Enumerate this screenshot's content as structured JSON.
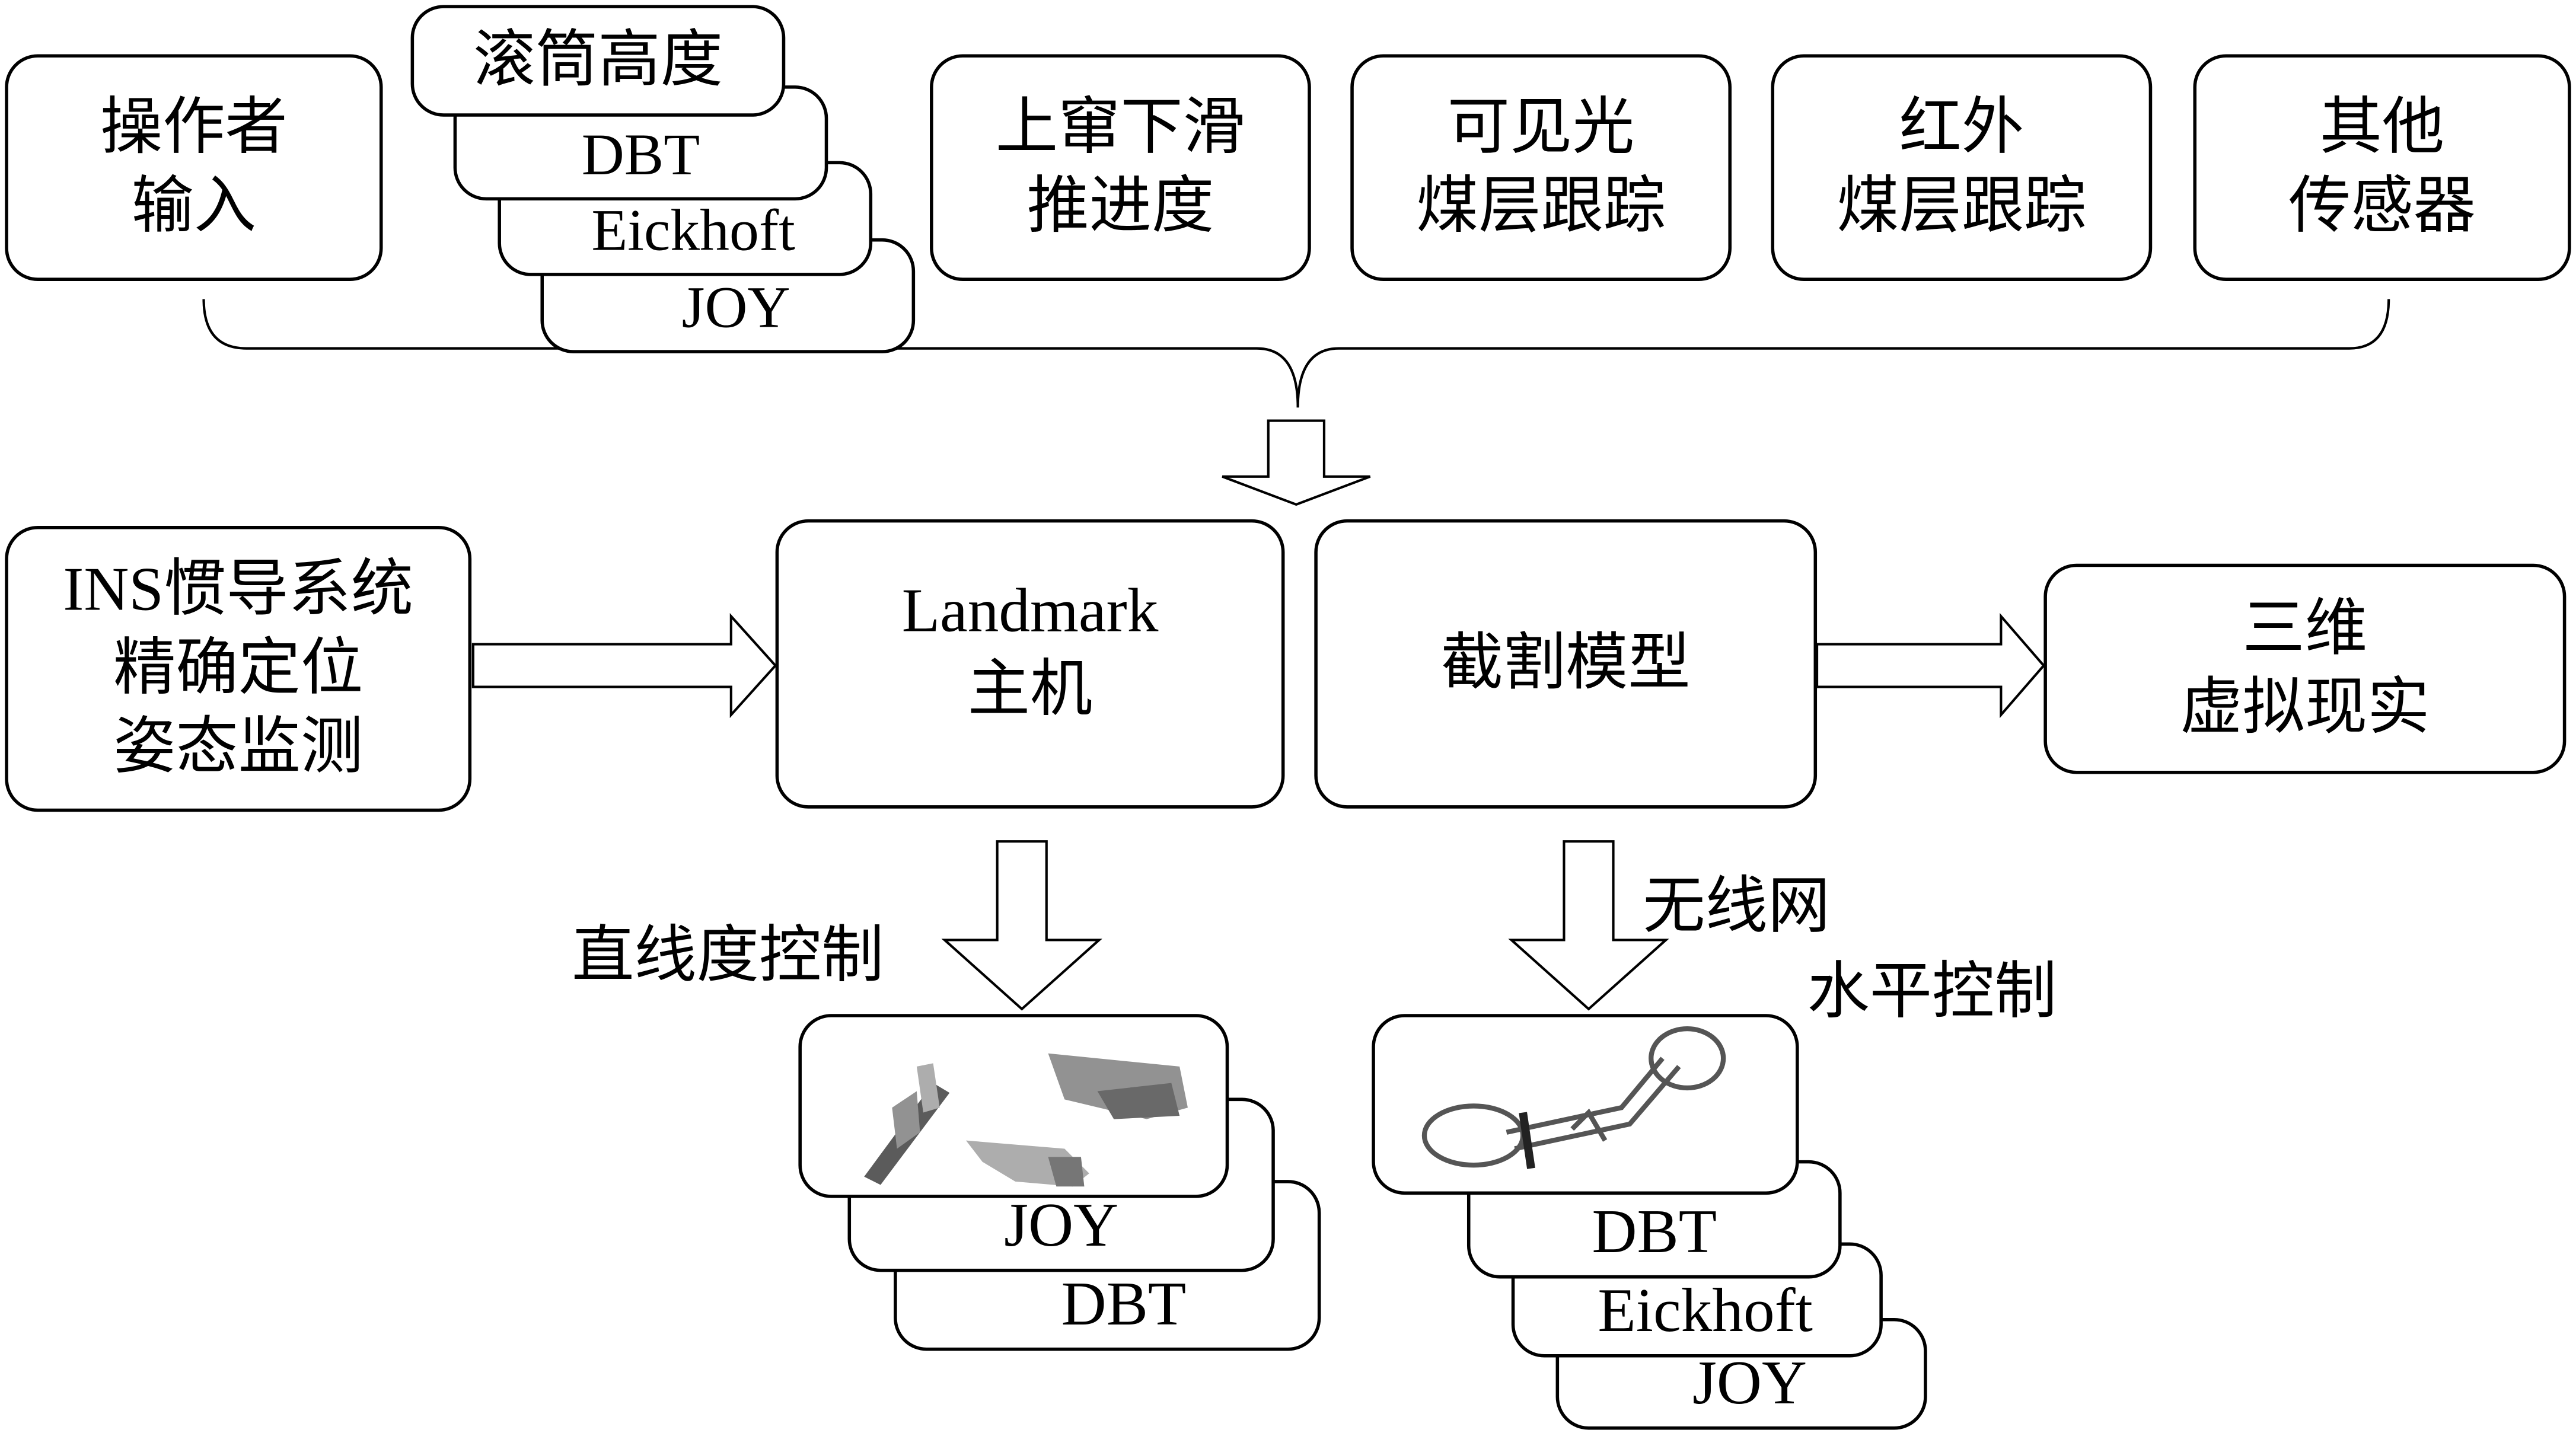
{
  "top_row": {
    "operator_input": [
      "操作者",
      "输入"
    ],
    "drum_height_stack": [
      "滚筒高度",
      "DBT",
      "Eickhoft",
      "JOY"
    ],
    "shearer_advance": [
      "上窜下滑",
      "推进度"
    ],
    "visible_light": [
      "可见光",
      "煤层跟踪"
    ],
    "infrared": [
      "红外",
      "煤层跟踪"
    ],
    "other_sensors": [
      "其他",
      "传感器"
    ]
  },
  "middle_row": {
    "ins": [
      "INS惯导系统",
      "精确定位",
      "姿态监测"
    ],
    "landmark_host": [
      "Landmark",
      "主机"
    ],
    "cutting_model": [
      "截割模型"
    ],
    "vr_3d": [
      "三维",
      "虚拟现实"
    ]
  },
  "bottom": {
    "straightness_label": "直线度控制",
    "wireless_label": "无线网",
    "horizontal_label": "水平控制",
    "left_stack": [
      "JOY",
      "DBT"
    ],
    "right_stack": [
      "DBT",
      "Eickhoft",
      "JOY"
    ],
    "left_image": "shearer-equipment-images",
    "right_image": "shearer-machine-image"
  }
}
